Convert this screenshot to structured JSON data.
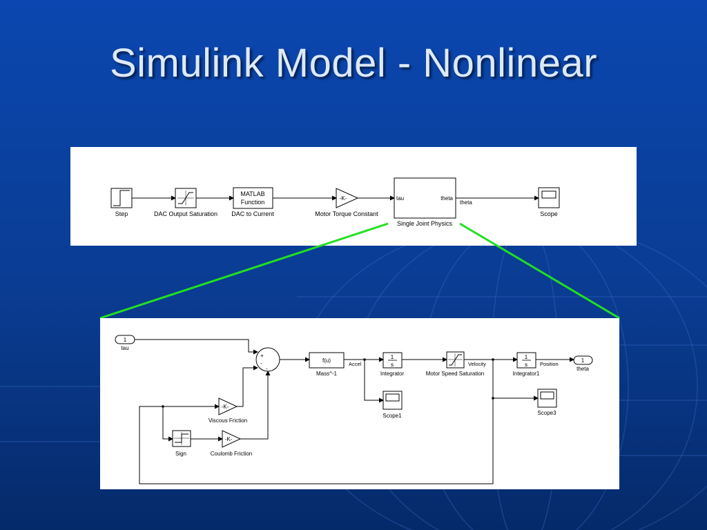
{
  "slide": {
    "title": "Simulink Model - Nonlinear",
    "background_color": "#0a3f9e",
    "title_color": "#dde9f7",
    "connector_color": "#22e022"
  },
  "top_model": {
    "blocks": {
      "step": {
        "label": "Step"
      },
      "dac_saturation": {
        "label": "DAC Output Saturation"
      },
      "matlab_fcn": {
        "text_line1": "MATLAB",
        "text_line2": "Function",
        "label": "DAC to Current"
      },
      "motor_gain": {
        "text": "-K-",
        "label": "Motor Torque Constant"
      },
      "physics": {
        "port_in": "tau",
        "port_out": "theta",
        "label": "Single Joint Physics"
      },
      "scope": {
        "label": "Scope"
      }
    },
    "signals": {
      "theta": "theta"
    }
  },
  "subsystem": {
    "blocks": {
      "inport": {
        "number": "1",
        "label": "tau"
      },
      "sum": {
        "signs": [
          "+",
          "-",
          "-"
        ]
      },
      "mass_fcn": {
        "text": "f(u)",
        "label": "Mass^-1"
      },
      "integrator": {
        "num": "1",
        "den": "s",
        "label": "Integrator"
      },
      "speed_sat": {
        "label": "Motor Speed Saturation"
      },
      "integrator1": {
        "num": "1",
        "den": "s",
        "label": "Integrator1"
      },
      "outport": {
        "number": "1",
        "label": "theta"
      },
      "scope1": {
        "label": "Scope1"
      },
      "scope3": {
        "label": "Scope3"
      },
      "viscous": {
        "text": "-K-",
        "label": "Viscous Friction"
      },
      "sign": {
        "label": "Sign"
      },
      "coulomb": {
        "text": "-K-",
        "label": "Coulomb Friction"
      }
    },
    "signals": {
      "accel": "Accel",
      "velocity": "Velocity",
      "position": "Position"
    }
  }
}
